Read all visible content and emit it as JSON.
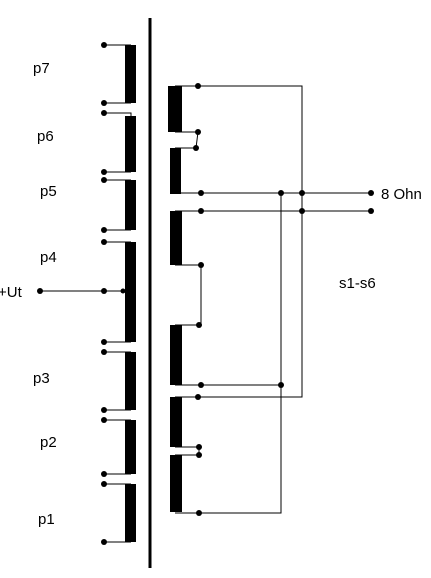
{
  "diagram": {
    "primary_labels": [
      "p7",
      "p6",
      "p5",
      "p4",
      "p3",
      "p2",
      "p1"
    ],
    "supply_label": "+Ut",
    "output_label": "8 Ohn",
    "secondary_label": "s1-s6"
  },
  "colors": {
    "ink": "#000000",
    "background": "#ffffff"
  }
}
